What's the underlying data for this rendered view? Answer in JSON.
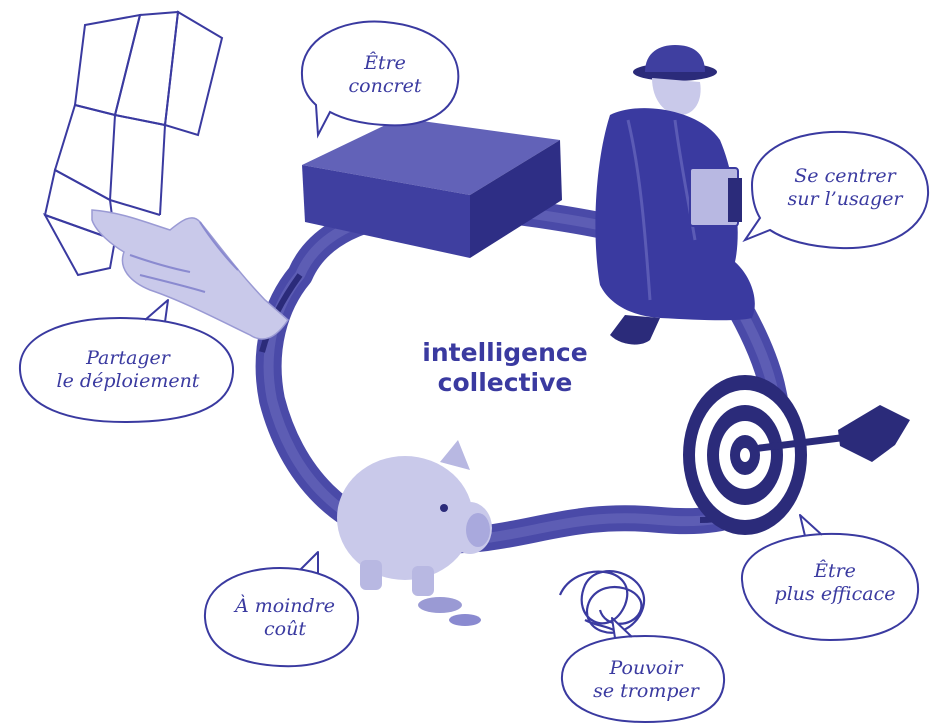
{
  "center": {
    "line1": "intelligence",
    "line2": "collective"
  },
  "bubbles": {
    "etre_concret": {
      "line1": "Être",
      "line2": "concret"
    },
    "centrer_usager": {
      "line1": "Se centrer",
      "line2": "sur l’usager"
    },
    "partager": {
      "line1": "Partager",
      "line2": "le déploiement"
    },
    "efficace": {
      "line1": "Être",
      "line2": "plus efficace"
    },
    "moindre_cout": {
      "line1": "À moindre",
      "line2": "coût"
    },
    "se_tromper": {
      "line1": "Pouvoir",
      "line2": "se tromper"
    }
  },
  "colors": {
    "accent": "#3a3aa0",
    "dark": "#2b2b7a",
    "light": "#c9c9ea",
    "band": "#4a4aa8"
  }
}
